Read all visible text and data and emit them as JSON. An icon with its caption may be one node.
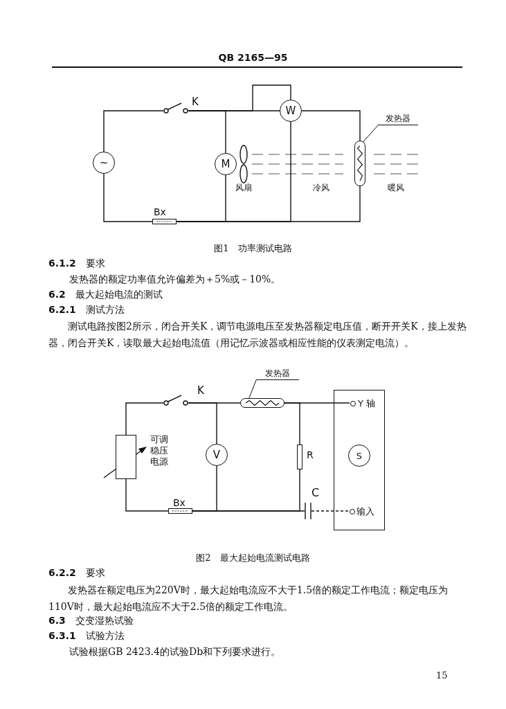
{
  "diagram": {
    "nodes": [
      {
        "text": [
          "~"
        ]
      },
      {
        "text": [],
        "shape": "switch",
        "beside": [
          "K"
        ]
      },
      {
        "text": [
          "W"
        ]
      },
      {
        "text": [
          "M"
        ]
      },
      {
        "text": [
          "发热器"
        ]
      },
      {
        "text": [],
        "shape": "picture"
      },
      {
        "text": [],
        "shape": "fuse",
        "beside": [
          "Bx"
        ]
      },
      {
        "text": [
          "发热器"
        ]
      },
      {
        "text": [],
        "shape": "picture"
      },
      {
        "text": [],
        "shape": "box",
        "beside": [
          "可调稳压电源"
        ]
      },
      {
        "text": [],
        "shape": "switch",
        "beside": [
          "K"
        ]
      },
      {
        "text": [
          "V"
        ]
      },
      {
        "text": [],
        "shape": "resistor",
        "beside": [
          "R"
        ]
      },
      {
        "text": [],
        "shape": "capacitor",
        "beside": [
          "C"
        ]
      },
      {
        "text": [],
        "shape": "fuse",
        "beside": [
          "Bx"
        ]
      },
      {
        "text": [
          "Y 轴",
          "输入"
        ]
      },
      {
        "text": [
          "S"
        ],
        "in": 15
      },
      {
        "text": [],
        "shape": "circle",
        "in": 15
      },
      {
        "text": [],
        "shape": "circle",
        "in": 15
      }
    ],
    "edges": [
      {
        "from": 4,
        "to": 5,
        "arrow": "none"
      },
      {
        "from": 0,
        "to": 1,
        "arrow": "none"
      },
      {
        "from": 1,
        "to": 3,
        "arrow": "none"
      },
      {
        "from": 1,
        "to": 2,
        "arrow": "none"
      },
      {
        "from": 1,
        "to": 2,
        "arrow": "none"
      },
      {
        "from": 2,
        "to": 5,
        "arrow": "none"
      },
      {
        "from": 5,
        "to": 6,
        "arrow": "none"
      },
      {
        "from": 3,
        "to": 6,
        "arrow": "none"
      },
      {
        "from": 2,
        "to": 6,
        "arrow": "none"
      },
      {
        "from": 0,
        "to": 6,
        "arrow": "none"
      },
      {
        "from": 7,
        "to": 8,
        "arrow": "none"
      },
      {
        "from": 9,
        "to": 10,
        "arrow": "none"
      },
      {
        "from": 10,
        "to": 11,
        "arrow": "none"
      },
      {
        "from": 10,
        "to": 8,
        "arrow": "none"
      },
      {
        "from": 8,
        "to": 12,
        "arrow": "none"
      },
      {
        "from": 8,
        "to": 17,
        "arrow": "none"
      },
      {
        "from": 9,
        "to": 14,
        "arrow": "none"
      },
      {
        "from": 14,
        "to": 11,
        "arrow": "none"
      },
      {
        "from": 14,
        "to": 12,
        "arrow": "none"
      },
      {
        "from": 14,
        "to": 13,
        "arrow": "none"
      },
      {
        "from": 13,
        "to": 18,
        "arrow": "none",
        "style": "dashed"
      }
    ],
    "labels": [
      "QB 2165—95",
      "风扇",
      "冷风",
      "暖风",
      "图1　功率测试电路",
      "**6.1.2**　要求",
      "发热器的额定功率值允许偏差为＋5%或－10%。",
      "**6.2**　最大起始电流的测试",
      "**6.2.1**　测试方法",
      "测试电路按图2所示，闭合开关K，调节电源电压至发热器额定电压值，断开开关K，接上发热器，闭合开关K，读取最大起始电流值（用记忆示波器或相应性能的仪表测定电流）。",
      "图2　最大起始电流测试电路",
      "**6.2.2**　要求",
      "发热器在额定电压为220V时，最大起始电流应不大于1.5倍的额定工作电流；额定电压为110V时，最大起始电流应不大于2.5倍的额定工作电流。",
      "**6.3**　交变湿热试验",
      "**6.3.1**　试验方法",
      "试验根据GB 2423.4的试验Db和下列要求进行。",
      "15"
    ]
  }
}
